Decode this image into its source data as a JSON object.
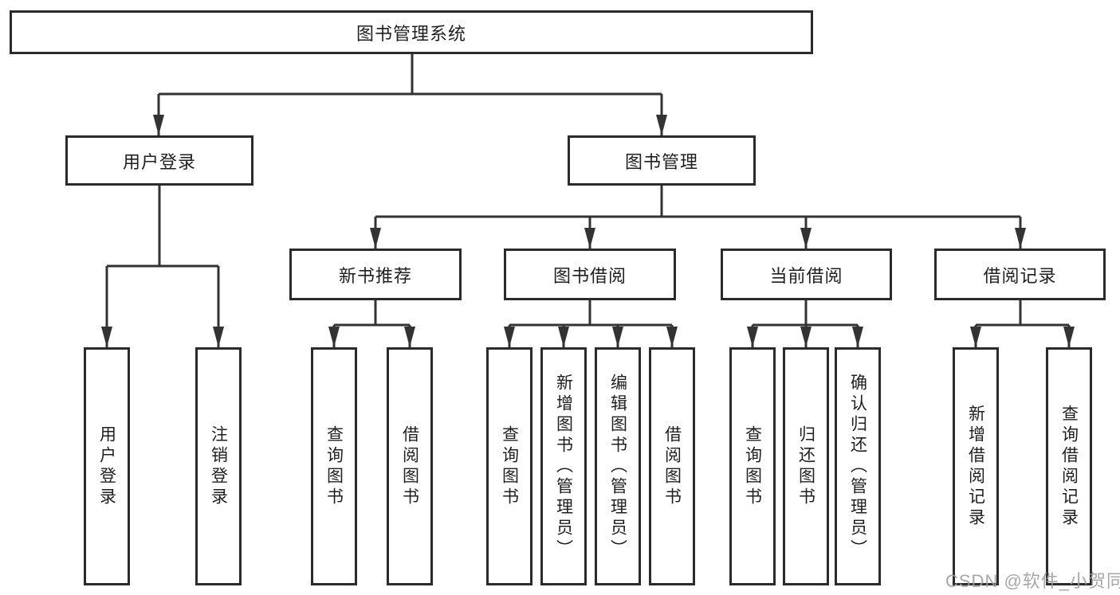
{
  "colors": {
    "line": "#333333",
    "box_border": "#2b2b2b",
    "box_text": "#1f1f1f",
    "background": "#ffffff",
    "watermark": "#9e9e9e"
  },
  "watermark": {
    "text": "CSDN @软件_小贺同学"
  },
  "tree": {
    "label": "图书管理系统",
    "children": [
      {
        "label": "用户登录",
        "children": [
          {
            "label": "用户登录"
          },
          {
            "label": "注销登录"
          }
        ]
      },
      {
        "label": "图书管理",
        "children": [
          {
            "label": "新书推荐",
            "children": [
              {
                "label": "查询图书"
              },
              {
                "label": "借阅图书"
              }
            ]
          },
          {
            "label": "图书借阅",
            "children": [
              {
                "label": "查询图书"
              },
              {
                "label": "新增图书（管理员）"
              },
              {
                "label": "编辑图书（管理员）"
              },
              {
                "label": "借阅图书"
              }
            ]
          },
          {
            "label": "当前借阅",
            "children": [
              {
                "label": "查询图书"
              },
              {
                "label": "归还图书"
              },
              {
                "label": "确认归还（管理员）"
              }
            ]
          },
          {
            "label": "借阅记录",
            "children": [
              {
                "label": "新增借阅记录"
              },
              {
                "label": "查询借阅记录"
              }
            ]
          }
        ]
      }
    ]
  }
}
